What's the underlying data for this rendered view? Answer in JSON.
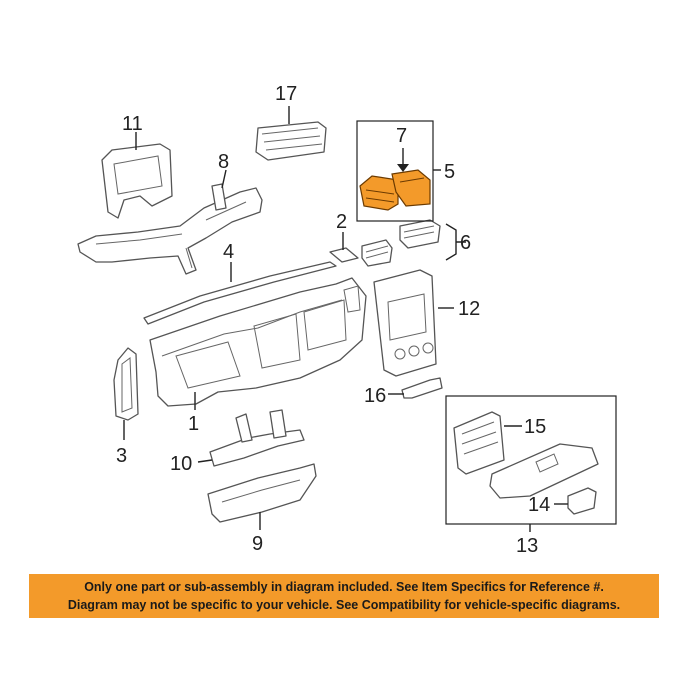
{
  "callouts": {
    "c1": "1",
    "c2": "2",
    "c3": "3",
    "c4": "4",
    "c5": "5",
    "c6": "6",
    "c7": "7",
    "c8": "8",
    "c9": "9",
    "c10": "10",
    "c11": "11",
    "c12": "12",
    "c13": "13",
    "c14": "14",
    "c15": "15",
    "c16": "16",
    "c17": "17"
  },
  "notice": {
    "line1": "Only one part or sub-assembly in diagram included. See Item Specifics for Reference #.",
    "line2": "Diagram may not be specific to your vehicle. See Compatibility for vehicle-specific diagrams."
  },
  "colors": {
    "highlight": "#f39a2a",
    "notice_background": "#f39a2a"
  }
}
